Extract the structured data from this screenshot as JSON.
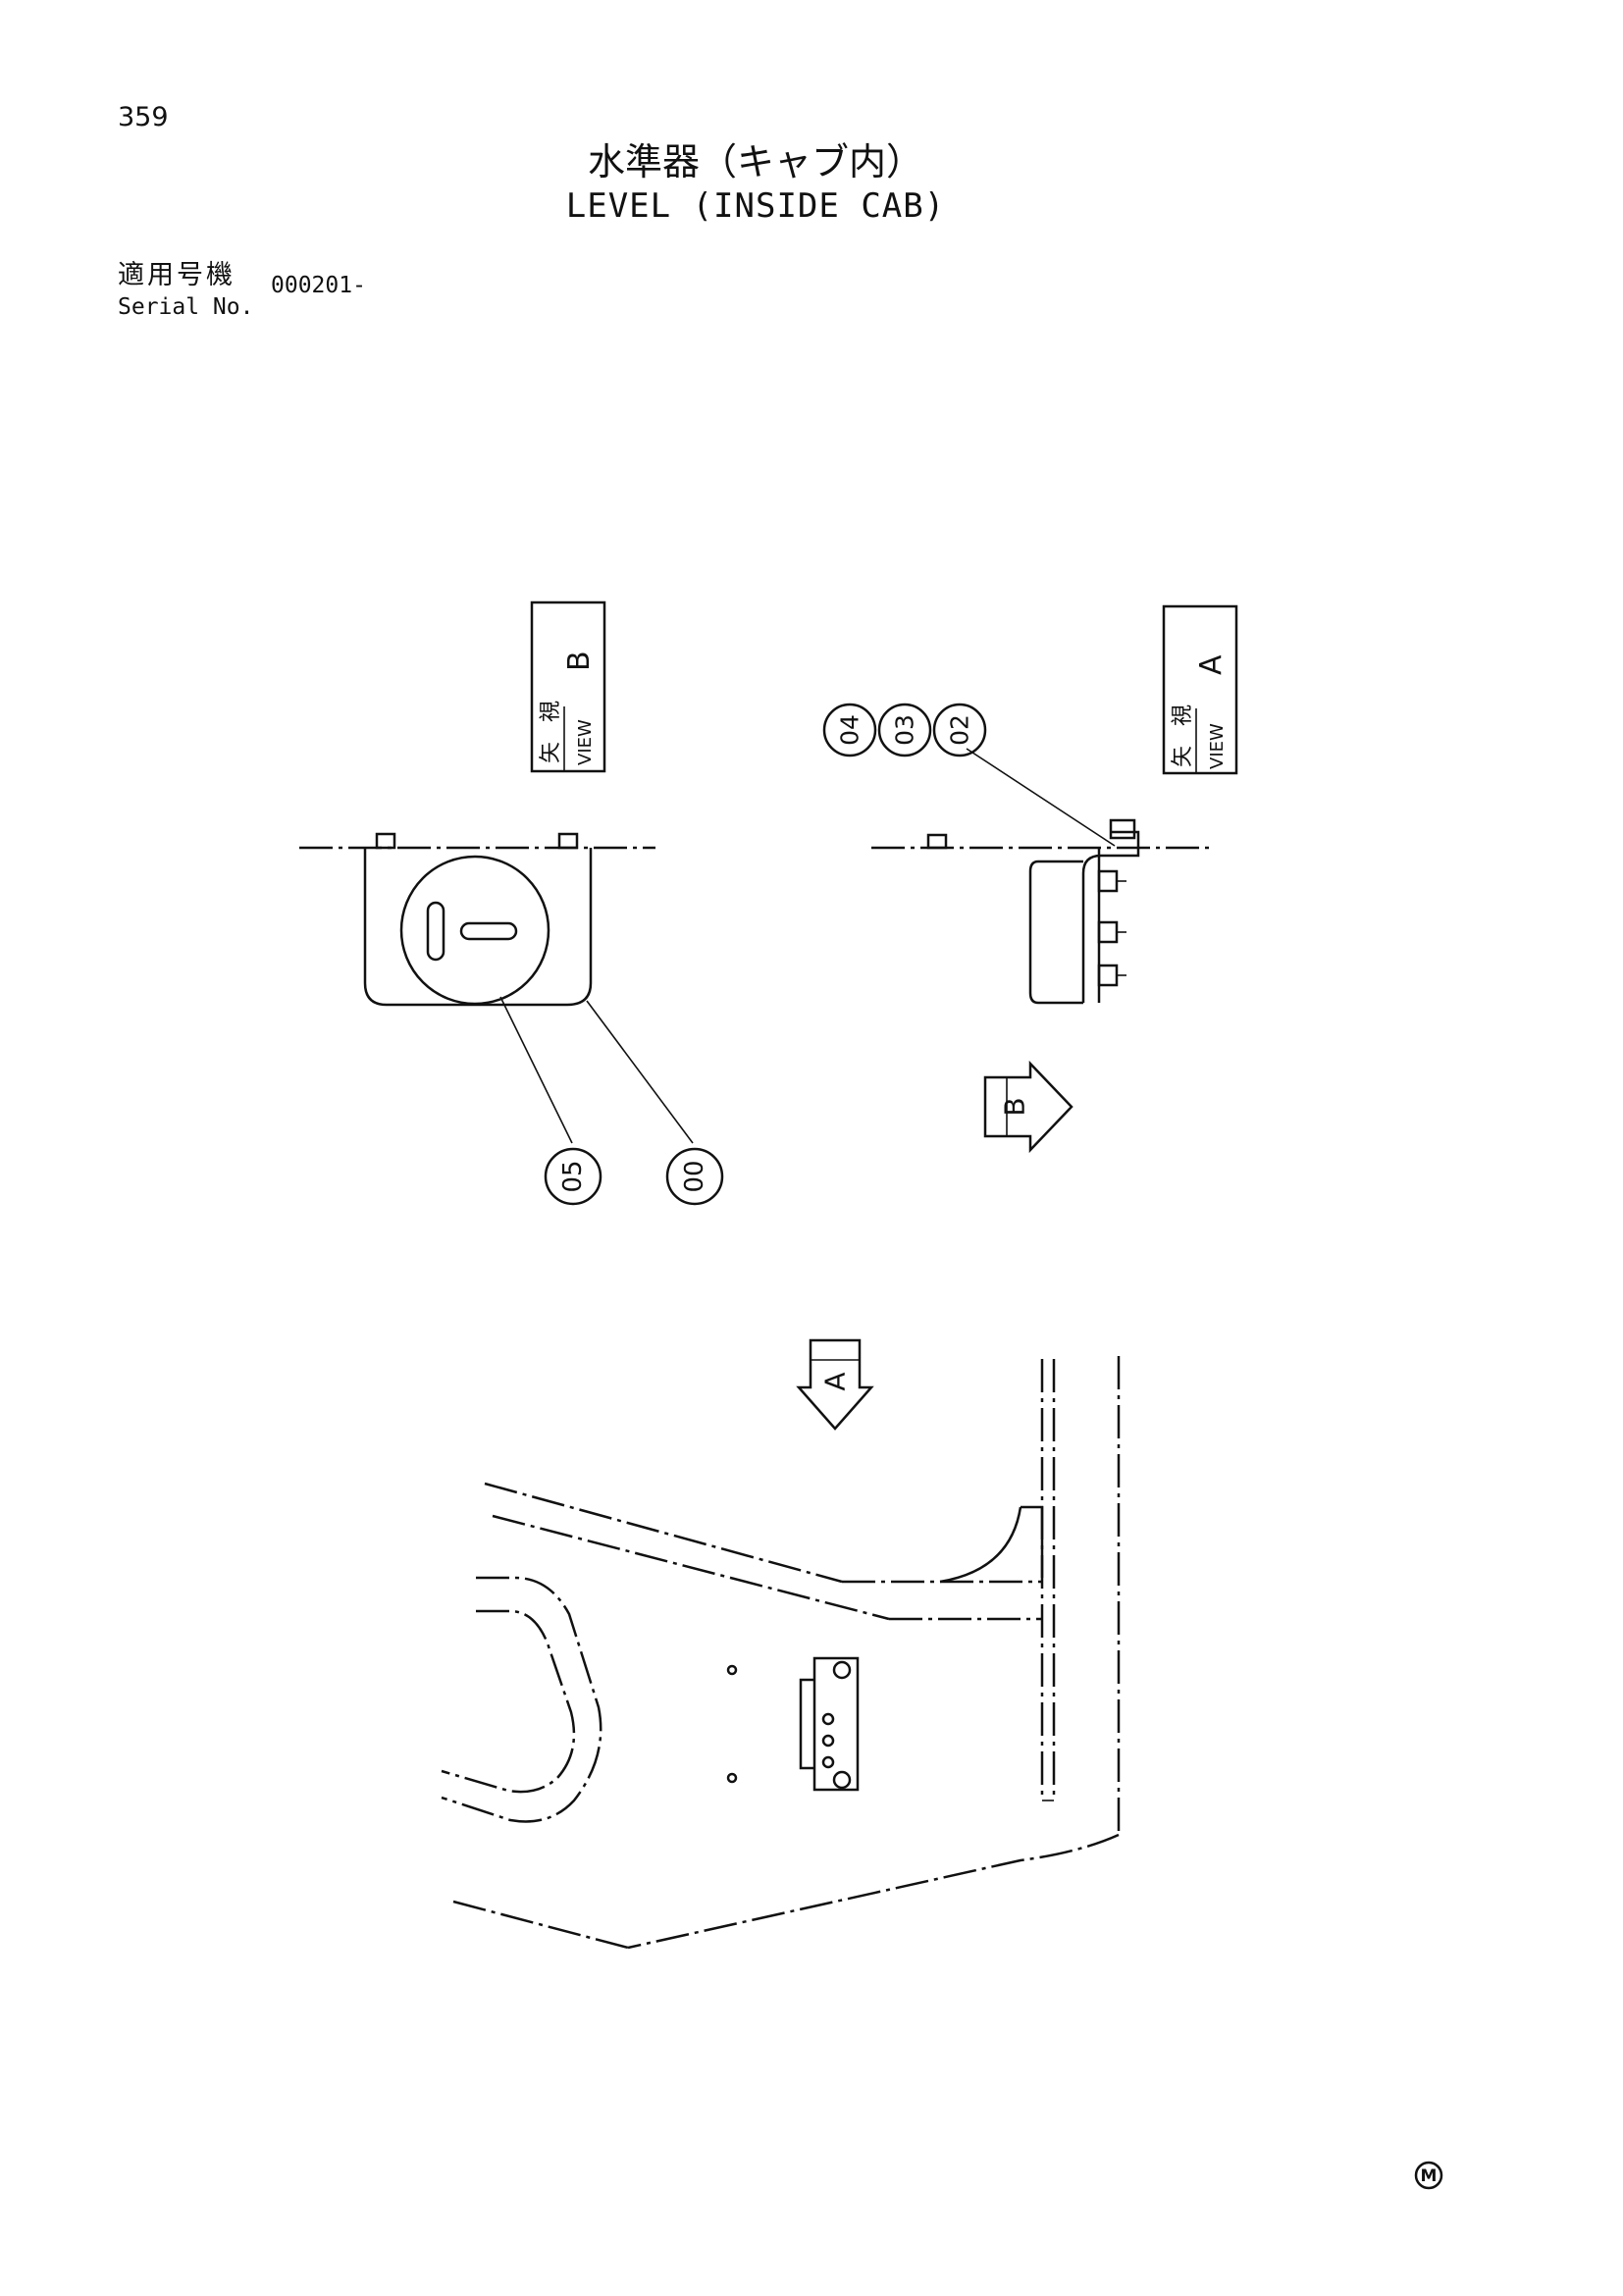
{
  "header": {
    "page_number": "359",
    "title_jp": "水準器（キャブ内）",
    "title_en": "LEVEL (INSIDE CAB)",
    "serial_label_jp": "適用号機",
    "serial_label_en": "Serial No.",
    "serial_value": "000201-"
  },
  "views": {
    "view_b": {
      "jp_1": "矢",
      "jp_2": "視",
      "en": "VIEW",
      "letter": "B"
    },
    "view_a": {
      "jp_1": "矢",
      "jp_2": "視",
      "en": "VIEW",
      "letter": "A"
    }
  },
  "callouts": {
    "c05": "05",
    "c00": "00",
    "c04": "04",
    "c03": "03",
    "c02": "02"
  },
  "arrows": {
    "arrow_b": "B",
    "arrow_a": "A"
  },
  "footer": {
    "mark": "M"
  }
}
